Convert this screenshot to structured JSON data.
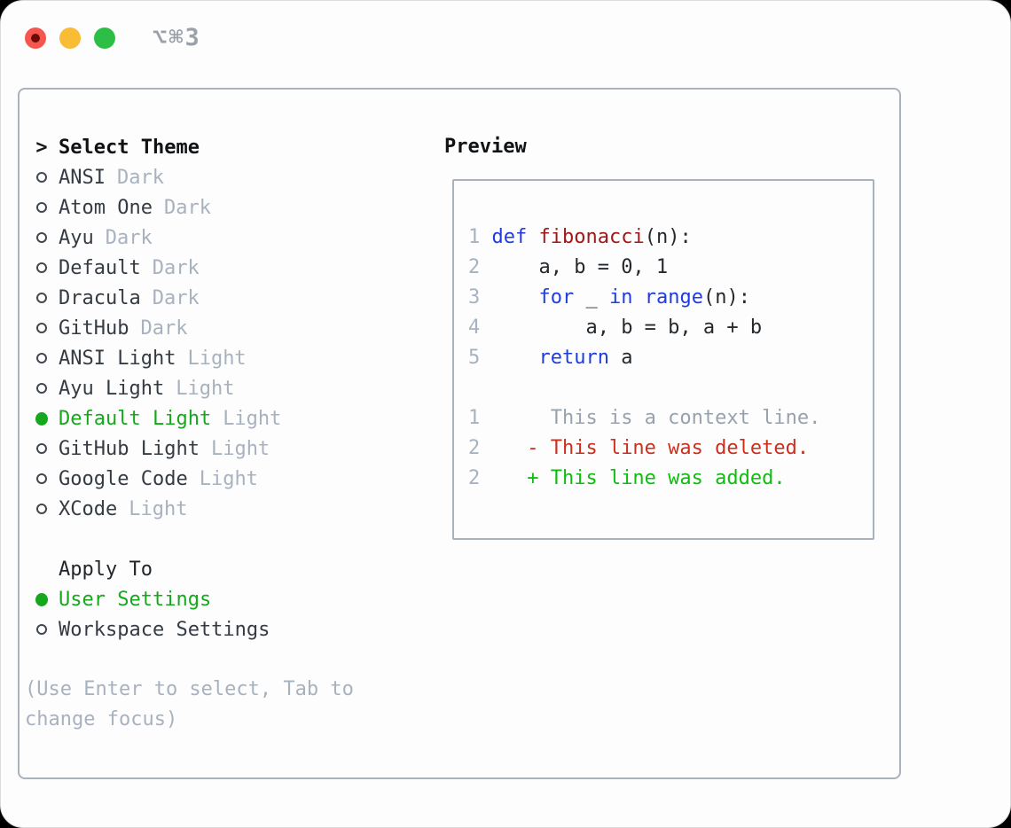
{
  "titlebar": {
    "shortcut": "⌥⌘3"
  },
  "theme_menu": {
    "header_prefix": ">",
    "header": "Select Theme",
    "items": [
      {
        "name": "ANSI",
        "variant": "Dark",
        "selected": false
      },
      {
        "name": "Atom One",
        "variant": "Dark",
        "selected": false
      },
      {
        "name": "Ayu",
        "variant": "Dark",
        "selected": false
      },
      {
        "name": "Default",
        "variant": "Dark",
        "selected": false
      },
      {
        "name": "Dracula",
        "variant": "Dark",
        "selected": false
      },
      {
        "name": "GitHub",
        "variant": "Dark",
        "selected": false
      },
      {
        "name": "ANSI Light",
        "variant": "Light",
        "selected": false
      },
      {
        "name": "Ayu Light",
        "variant": "Light",
        "selected": false
      },
      {
        "name": "Default Light",
        "variant": "Light",
        "selected": true
      },
      {
        "name": "GitHub Light",
        "variant": "Light",
        "selected": false
      },
      {
        "name": "Google Code",
        "variant": "Light",
        "selected": false
      },
      {
        "name": "XCode",
        "variant": "Light",
        "selected": false
      }
    ]
  },
  "apply_to": {
    "header": "Apply To",
    "options": [
      {
        "label": "User Settings",
        "selected": true
      },
      {
        "label": "Workspace Settings",
        "selected": false
      }
    ]
  },
  "help": {
    "lines": [
      "(Use Enter to select, Tab to",
      "change focus)"
    ],
    "full_text": "(Use Enter to select, Tab to change focus)"
  },
  "preview": {
    "header": "Preview",
    "code": [
      {
        "num": "1",
        "s1": " ",
        "kw": "def",
        "s2": " ",
        "fn": "fibonacci",
        "tail": "(n):"
      },
      {
        "num": "2",
        "body": "     a, b = 0, 1"
      },
      {
        "num": "3",
        "s1": "     ",
        "kw1": "for",
        "t1": " _ ",
        "kw2": "in",
        "t2": " ",
        "kw3": "range",
        "tail": "(n):"
      },
      {
        "num": "4",
        "body": "         a, b = b, a + b"
      },
      {
        "num": "5",
        "s1": "     ",
        "kw": "return",
        "tail": " a"
      }
    ],
    "diff": [
      {
        "num": "1",
        "body": "      This is a context line.",
        "kind": "context"
      },
      {
        "num": "2",
        "body": "    - This line was deleted.",
        "kind": "deleted"
      },
      {
        "num": "2",
        "body": "    + This line was added.",
        "kind": "added"
      }
    ]
  },
  "colors": {
    "accent_green": "#16a81c",
    "diff_added_green": "#0dbe0d",
    "diff_deleted_red": "#cd2f1d",
    "keyword_blue": "#1f3ce0",
    "function_red": "#a21717",
    "muted_gray": "#a8b2bf",
    "panel_border": "#a9b2bd",
    "traffic_red": "#f6564e",
    "traffic_yellow": "#f8bc35",
    "traffic_green": "#2dbf45"
  }
}
